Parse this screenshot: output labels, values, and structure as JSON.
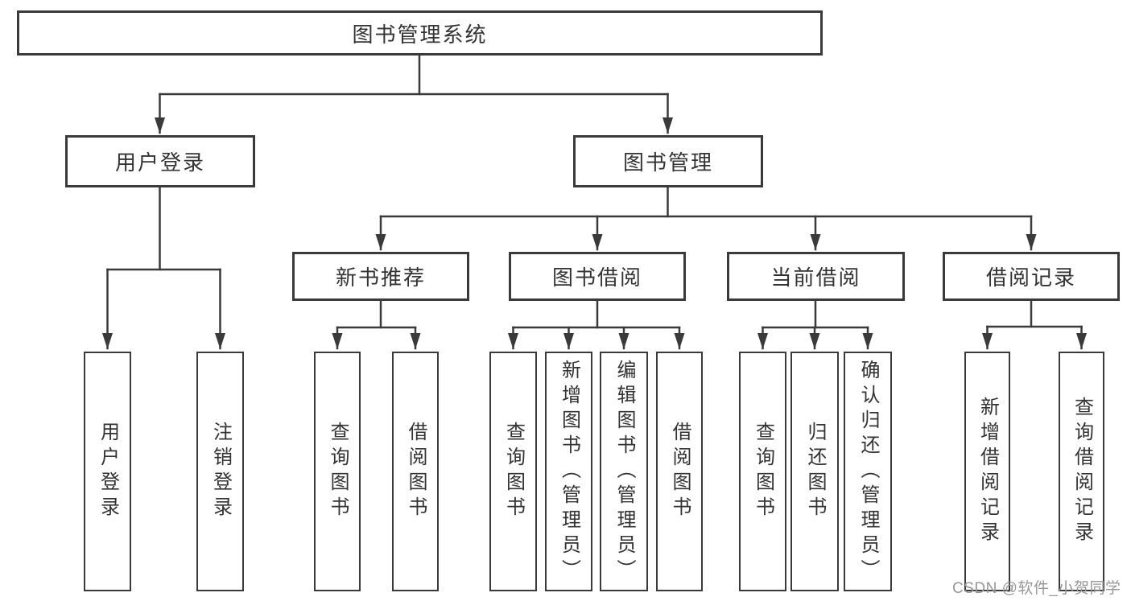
{
  "diagram": {
    "root": {
      "label": "图书管理系统"
    },
    "branches": [
      {
        "label": "用户登录",
        "children": [
          {
            "label": "用户登录"
          },
          {
            "label": "注销登录"
          }
        ]
      },
      {
        "label": "图书管理",
        "children": [
          {
            "label": "新书推荐",
            "children": [
              {
                "label": "查询图书"
              },
              {
                "label": "借阅图书"
              }
            ]
          },
          {
            "label": "图书借阅",
            "children": [
              {
                "label": "查询图书"
              },
              {
                "label": "新增图书（管理员）"
              },
              {
                "label": "编辑图书（管理员）"
              },
              {
                "label": "借阅图书"
              }
            ]
          },
          {
            "label": "当前借阅",
            "children": [
              {
                "label": "查询图书"
              },
              {
                "label": "归还图书"
              },
              {
                "label": "确认归还（管理员）"
              }
            ]
          },
          {
            "label": "借阅记录",
            "children": [
              {
                "label": "新增借阅记录"
              },
              {
                "label": "查询借阅记录"
              }
            ]
          }
        ]
      }
    ]
  },
  "watermark": {
    "text": "CSDN @软件_小贺同学"
  },
  "colors": {
    "line": "#3a3a3a",
    "text": "#333333",
    "watermark": "#979797",
    "background": "#ffffff"
  }
}
